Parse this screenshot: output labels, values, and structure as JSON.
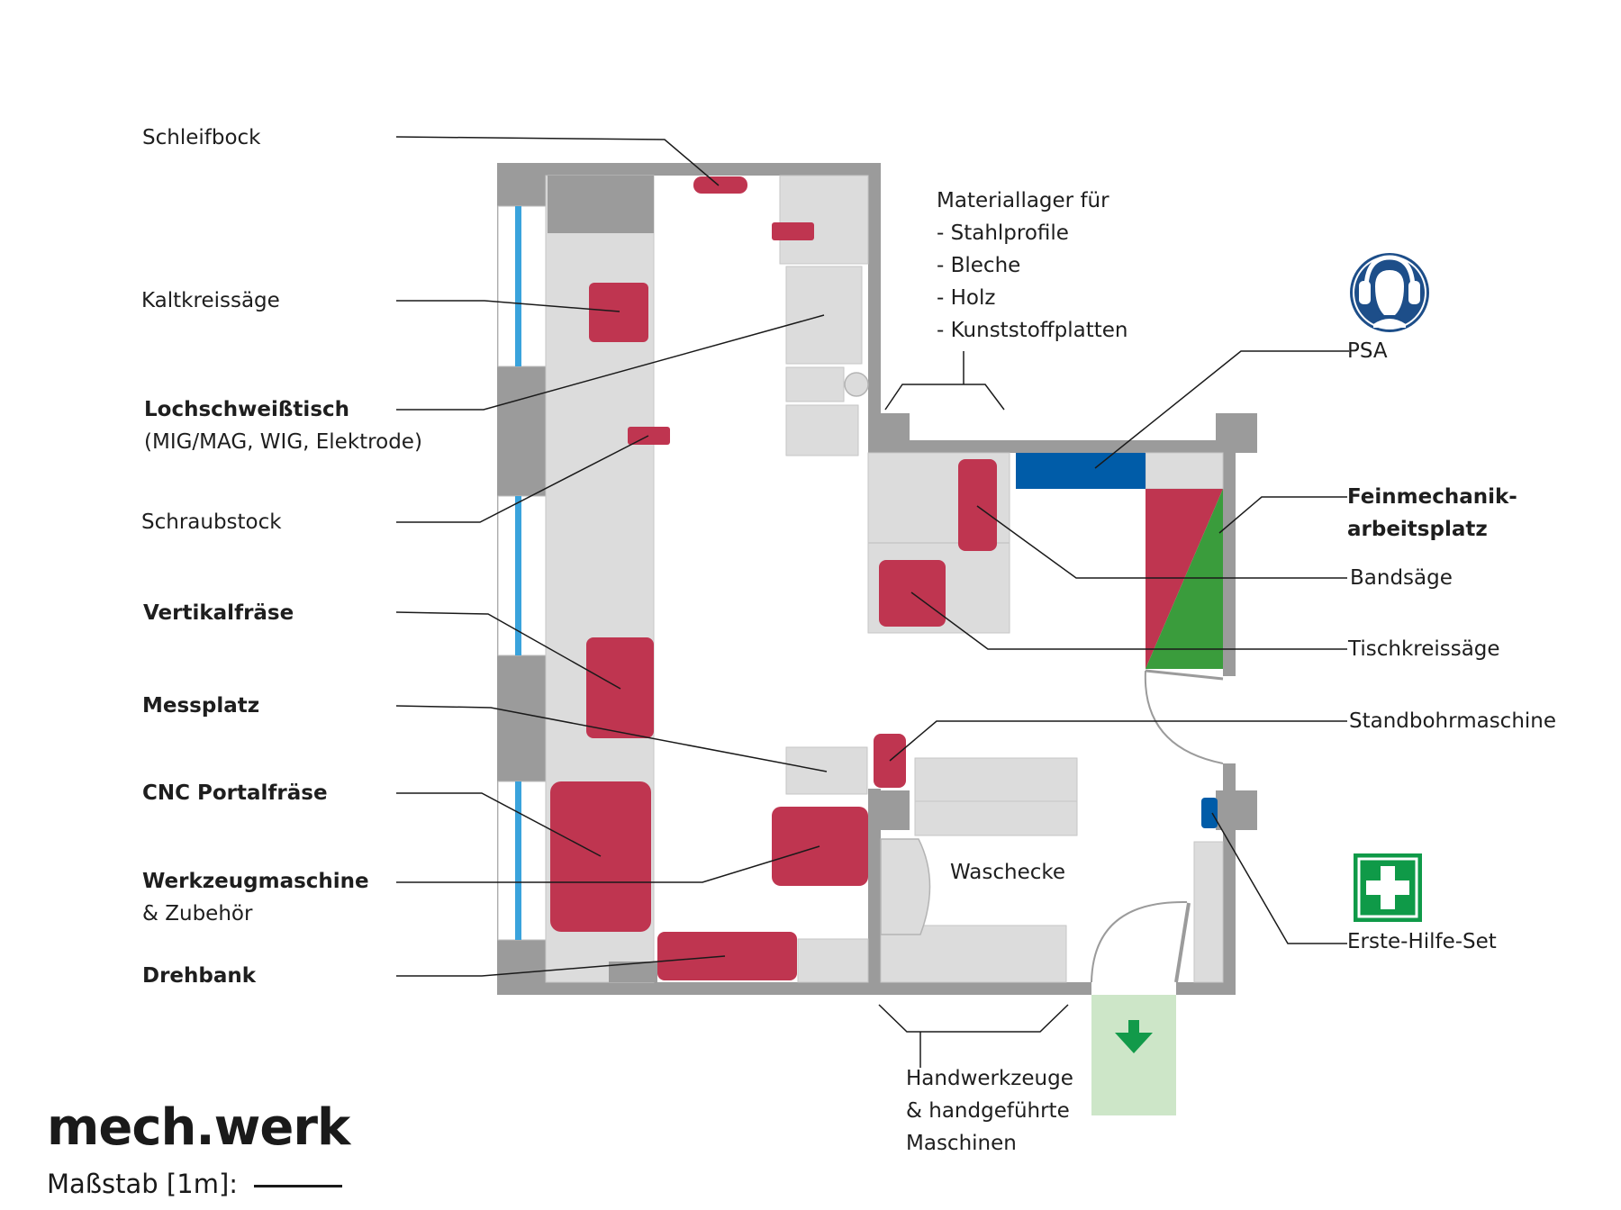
{
  "brand": "mech.werk",
  "scale_label": "Maßstab [1m]:",
  "labels": {
    "schleifbock": "Schleifbock",
    "kaltkreissaege": "Kaltkreissäge",
    "lochschweisstisch": "Lochschweißtisch",
    "lochschweisstisch_sub": "(MIG/MAG, WIG, Elektrode)",
    "schraubstock": "Schraubstock",
    "vertikalfraese": "Vertikalfräse",
    "messplatz": "Messplatz",
    "cnc_portalfraese": "CNC Portalfräse",
    "werkzeugmaschine": "Werkzeugmaschine",
    "werkzeugmaschine_sub": "& Zubehör",
    "drehbank": "Drehbank",
    "materiallager_title": "Materiallager für",
    "materiallager_items": [
      "- Stahlprofile",
      "- Bleche",
      "- Holz",
      "- Kunststoffplatten"
    ],
    "psa": "PSA",
    "feinmechanik_1": "Feinmechanik-",
    "feinmechanik_2": "arbeitsplatz",
    "bandsaege": "Bandsäge",
    "tischkreissaege": "Tischkreissäge",
    "standbohrmaschine": "Standbohrmaschine",
    "waschecke": "Waschecke",
    "erste_hilfe": "Erste-Hilfe-Set",
    "handwerkzeuge_1": "Handwerkzeuge",
    "handwerkzeuge_2": "& handgeführte",
    "handwerkzeuge_3": "Maschinen"
  },
  "colors": {
    "wall": "#9b9b9b",
    "furniture": "#dcdcdc",
    "machine": "#bf3550",
    "storage": "#005ca8",
    "window": "#3aa3dc",
    "fine_work": "#3a9c3c",
    "exit": "#cde6c8",
    "exit_arrow": "#129a4a",
    "first_aid": "#0f9a48",
    "ppe": "#1d4e89"
  },
  "icons": {
    "ppe": "hearing-protection-icon",
    "first_aid": "first-aid-cross-icon",
    "exit": "emergency-exit-arrow-icon"
  }
}
